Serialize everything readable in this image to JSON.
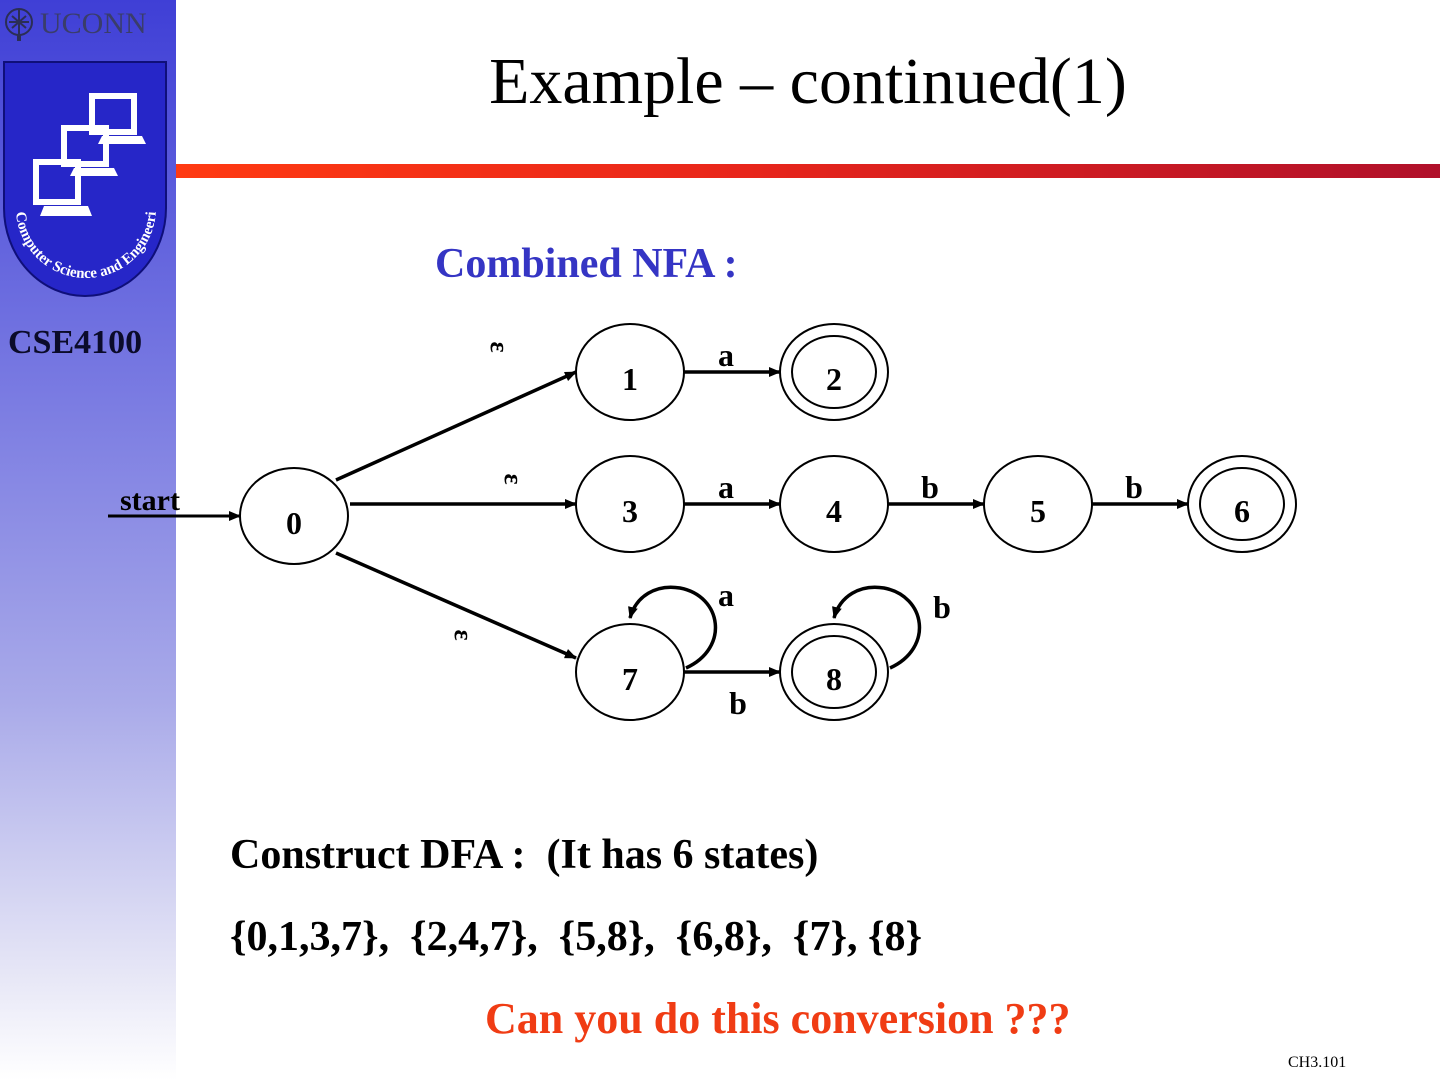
{
  "sidebar": {
    "university_logo_text": "UCONN",
    "emblem_text": "Computer Science and Engineering",
    "course_code": "CSE4100"
  },
  "slide": {
    "title": "Example – continued(1)",
    "nfa_label": "Combined NFA :",
    "construct_text": "Construct DFA :  (It has 6 states)",
    "dfa_states_text": "{0,1,3,7},  {2,4,7},  {5,8},  {6,8},  {7}, {8}",
    "question": "Can you do this conversion ???",
    "slide_number": "CH3.101"
  },
  "nfa": {
    "start_label": "start",
    "epsilon_symbol": "ε",
    "states": [
      {
        "id": "0",
        "accepting": false
      },
      {
        "id": "1",
        "accepting": false
      },
      {
        "id": "2",
        "accepting": true
      },
      {
        "id": "3",
        "accepting": false
      },
      {
        "id": "4",
        "accepting": false
      },
      {
        "id": "5",
        "accepting": false
      },
      {
        "id": "6",
        "accepting": true
      },
      {
        "id": "7",
        "accepting": false
      },
      {
        "id": "8",
        "accepting": true
      }
    ],
    "transitions": [
      {
        "from": "0",
        "to": "1",
        "label": "ε"
      },
      {
        "from": "0",
        "to": "3",
        "label": "ε"
      },
      {
        "from": "0",
        "to": "7",
        "label": "ε"
      },
      {
        "from": "1",
        "to": "2",
        "label": "a"
      },
      {
        "from": "3",
        "to": "4",
        "label": "a"
      },
      {
        "from": "4",
        "to": "5",
        "label": "b"
      },
      {
        "from": "5",
        "to": "6",
        "label": "b"
      },
      {
        "from": "7",
        "to": "7",
        "label": "a"
      },
      {
        "from": "7",
        "to": "8",
        "label": "b"
      },
      {
        "from": "8",
        "to": "8",
        "label": "b"
      }
    ]
  },
  "colors": {
    "title_rule_start": "#ff3a12",
    "title_rule_end": "#b0102a",
    "nfa_label": "#3535c4",
    "question": "#f03c14",
    "sidebar_top": "#3f3fd6"
  }
}
